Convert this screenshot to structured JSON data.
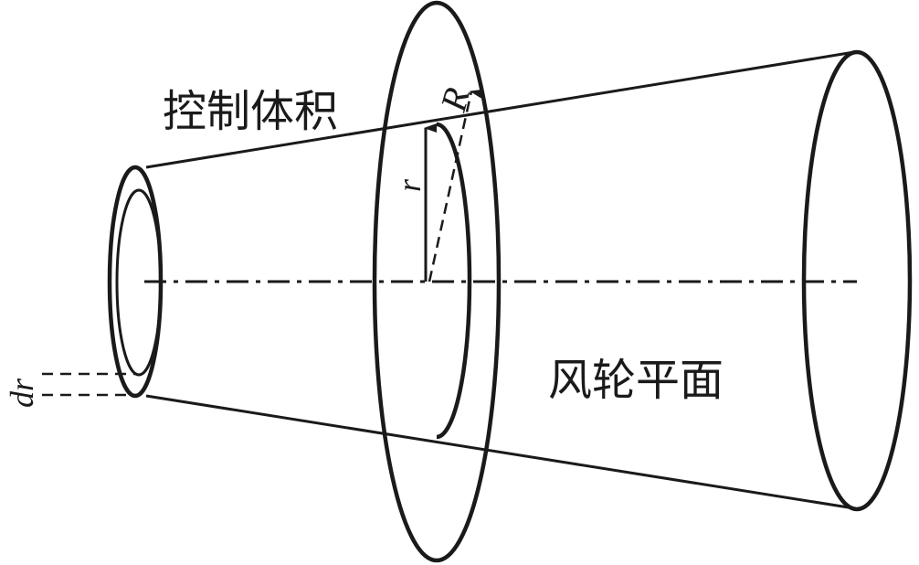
{
  "labels": {
    "control_volume": "控制体积",
    "rotor_plane": "风轮平面",
    "radius_r": "r",
    "radius_R": "R",
    "annulus_dr": "dr"
  },
  "colors": {
    "stroke": "#1a1a1a",
    "background": "#ffffff"
  }
}
